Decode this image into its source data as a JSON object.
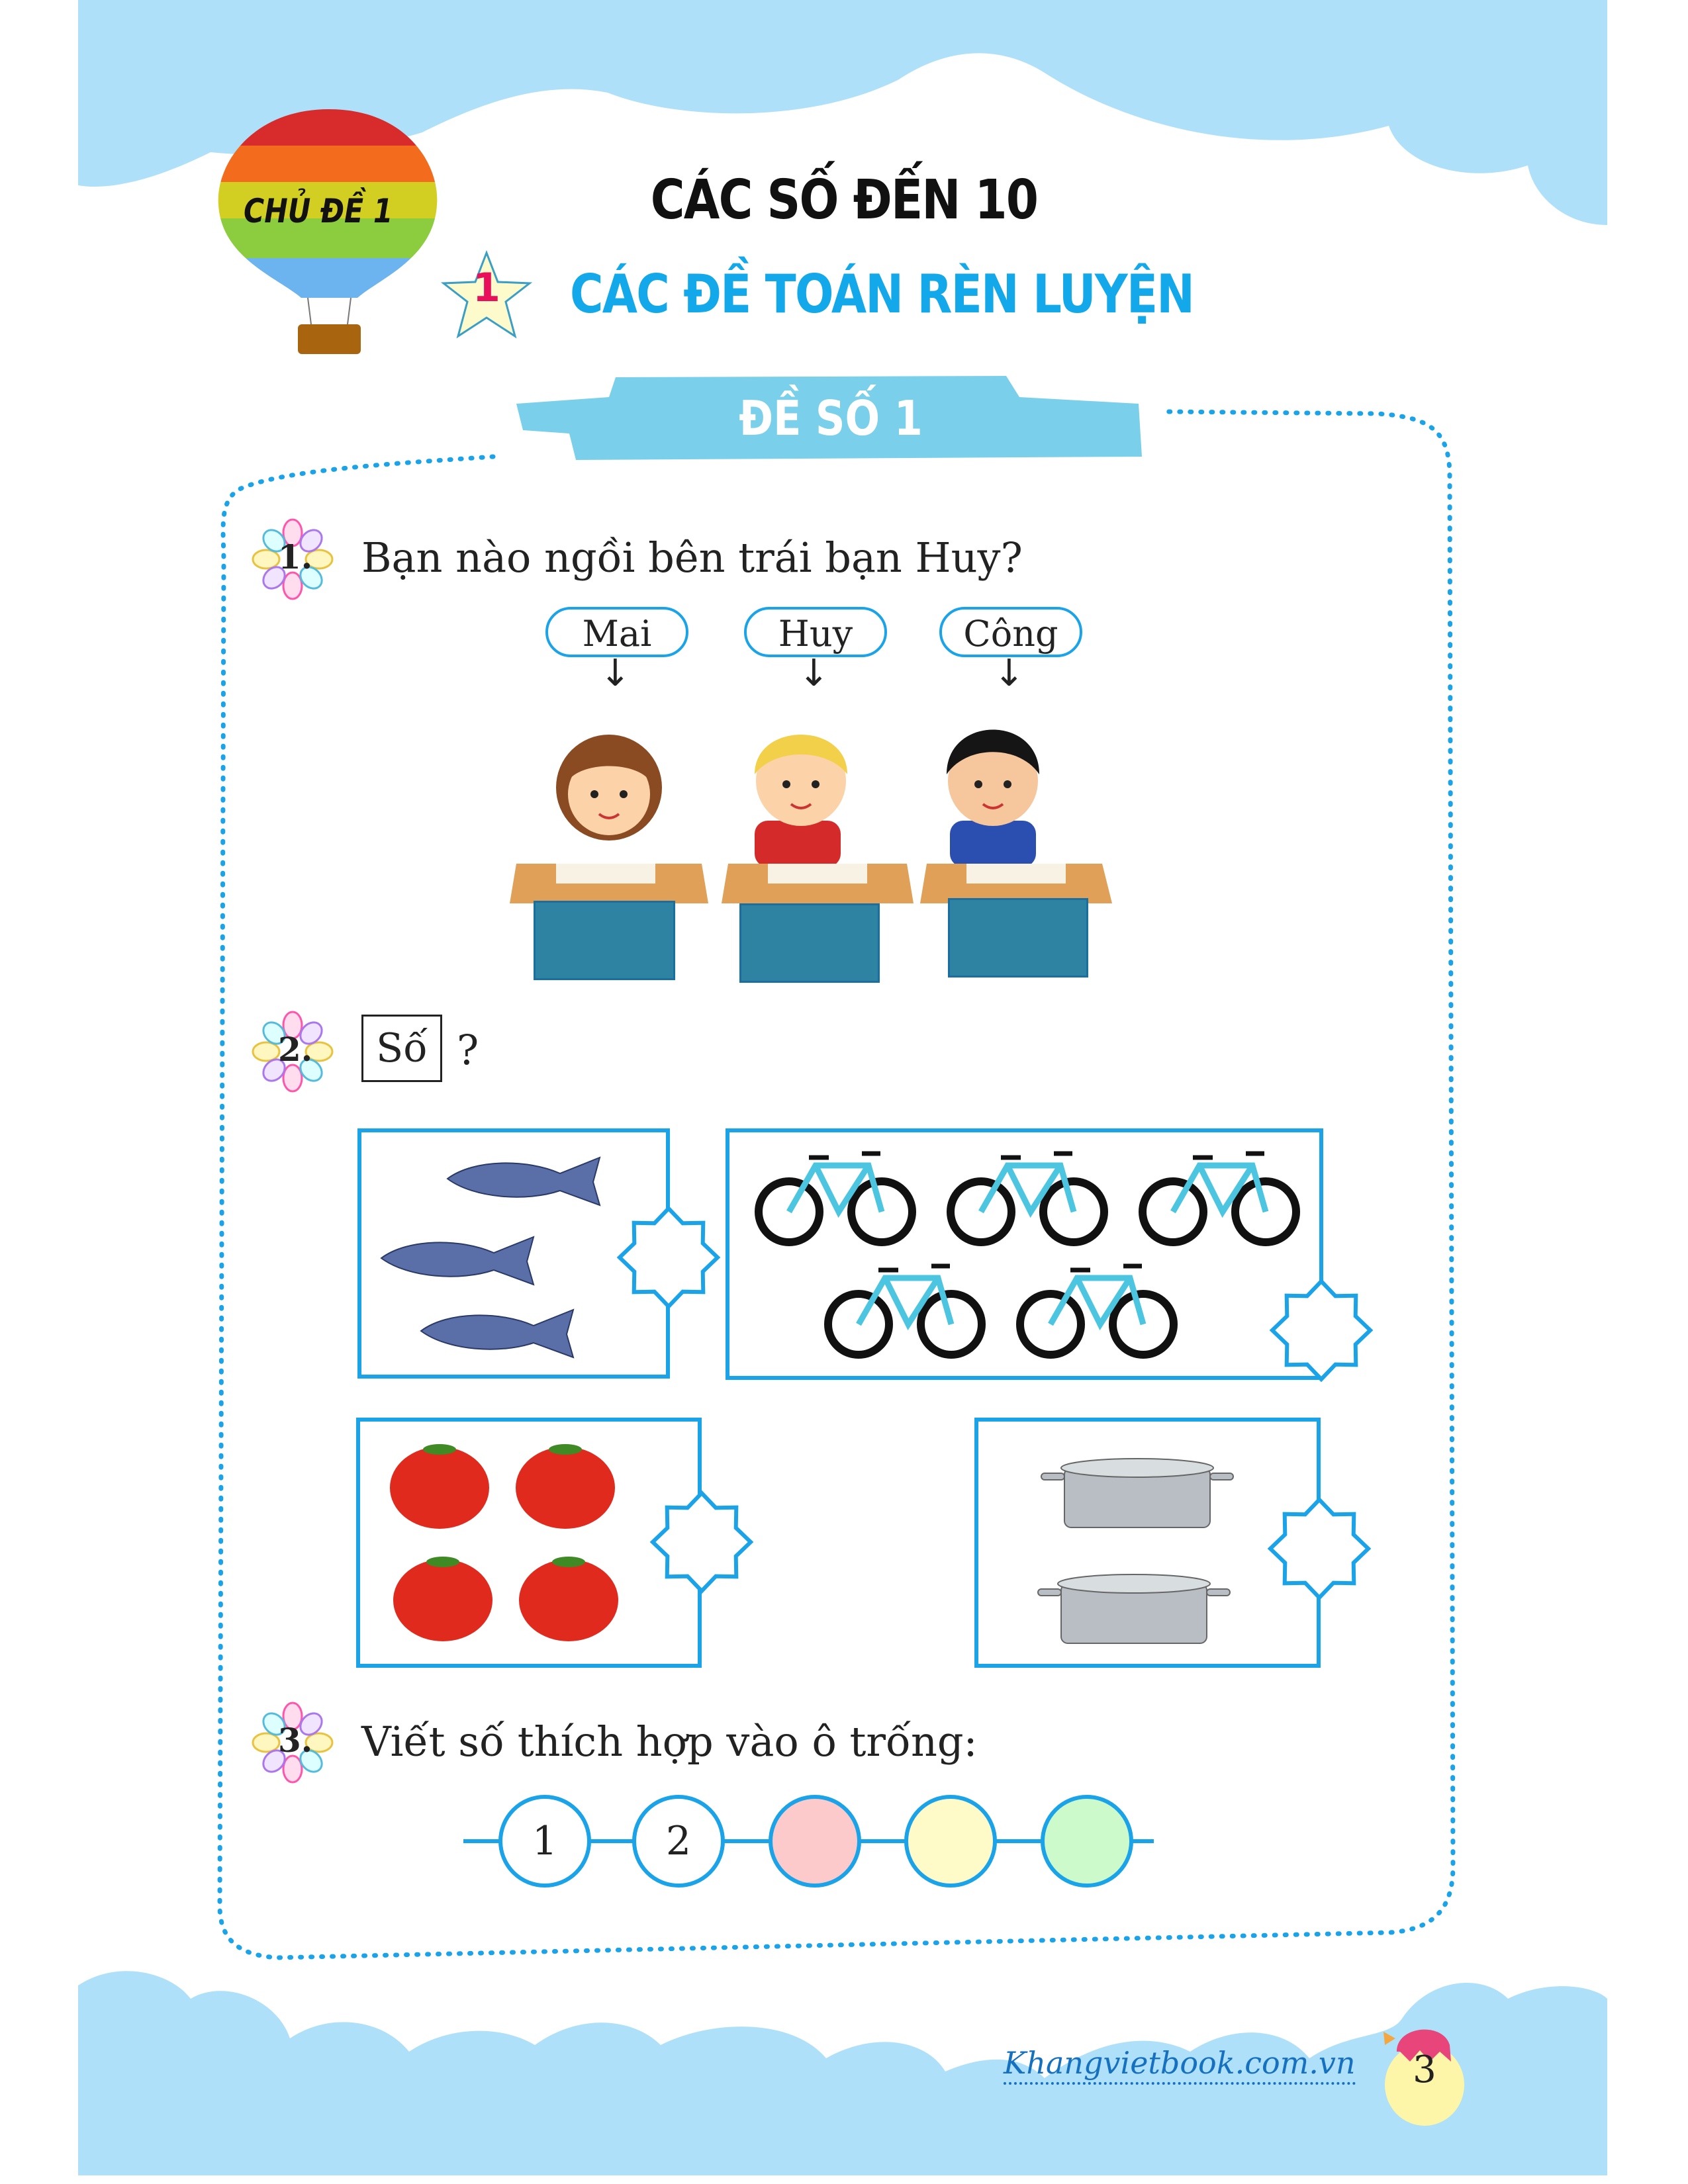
{
  "header": {
    "chapter_label": "CHỦ ĐỀ 1",
    "title": "CÁC SỐ ĐẾN 10",
    "section_number": "1",
    "subtitle": "CÁC ĐỀ TOÁN RÈN LUYỆN",
    "banner": "ĐỀ SỐ 1"
  },
  "questions": [
    {
      "number": "1.",
      "text": "Bạn nào ngồi bên trái bạn Huy?",
      "names": [
        "Mai",
        "Huy",
        "Công"
      ]
    },
    {
      "number": "2.",
      "boxed_word": "Số",
      "suffix": "?",
      "groups": [
        {
          "item": "fish",
          "count": 3
        },
        {
          "item": "bicycle",
          "count": 5
        },
        {
          "item": "tomato",
          "count": 4
        },
        {
          "item": "pot",
          "count": 2
        }
      ]
    },
    {
      "number": "3.",
      "text": "Viết số thích hợp vào ô trống:",
      "sequence": [
        "1",
        "2",
        "",
        "",
        ""
      ],
      "blank_colors": [
        "#fccaca",
        "#fefbc8",
        "#cdfacb"
      ]
    }
  ],
  "footer": {
    "website": "Khangvietbook.com.vn",
    "page_number": "3"
  },
  "colors": {
    "accent": "#1aa3e8",
    "sky": "#aee0fa",
    "answer_box": "#2e83a3"
  }
}
